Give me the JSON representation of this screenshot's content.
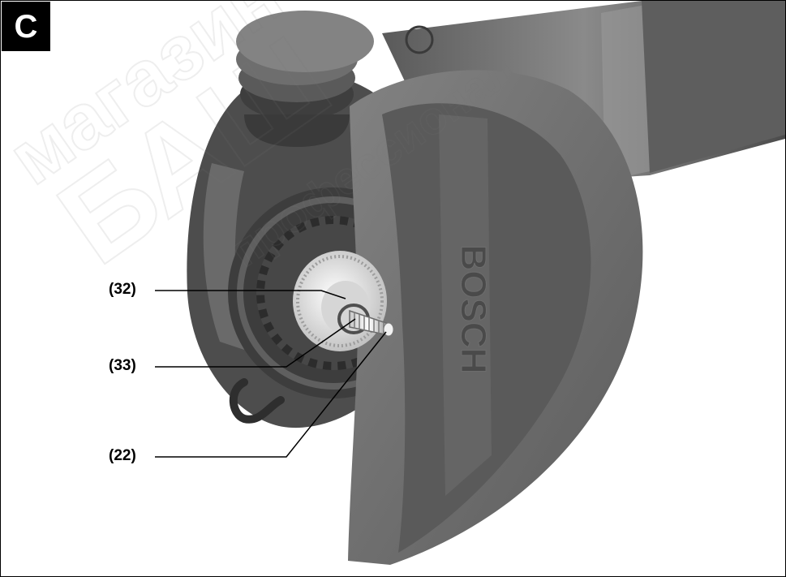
{
  "figure": {
    "label": "C",
    "callouts": [
      {
        "id": "32",
        "text": "(32)"
      },
      {
        "id": "33",
        "text": "(33)"
      },
      {
        "id": "22",
        "text": "(22)"
      }
    ]
  },
  "product": {
    "guard_brand": "BOSCH"
  },
  "watermark": {
    "text_1": "магазин",
    "text_2": "БАШ",
    "text_3": "профессионал"
  },
  "colors": {
    "guard": "#707070",
    "body_dark": "#4a4a4a",
    "metal_light": "#e6e6e6",
    "leader": "#000000"
  }
}
